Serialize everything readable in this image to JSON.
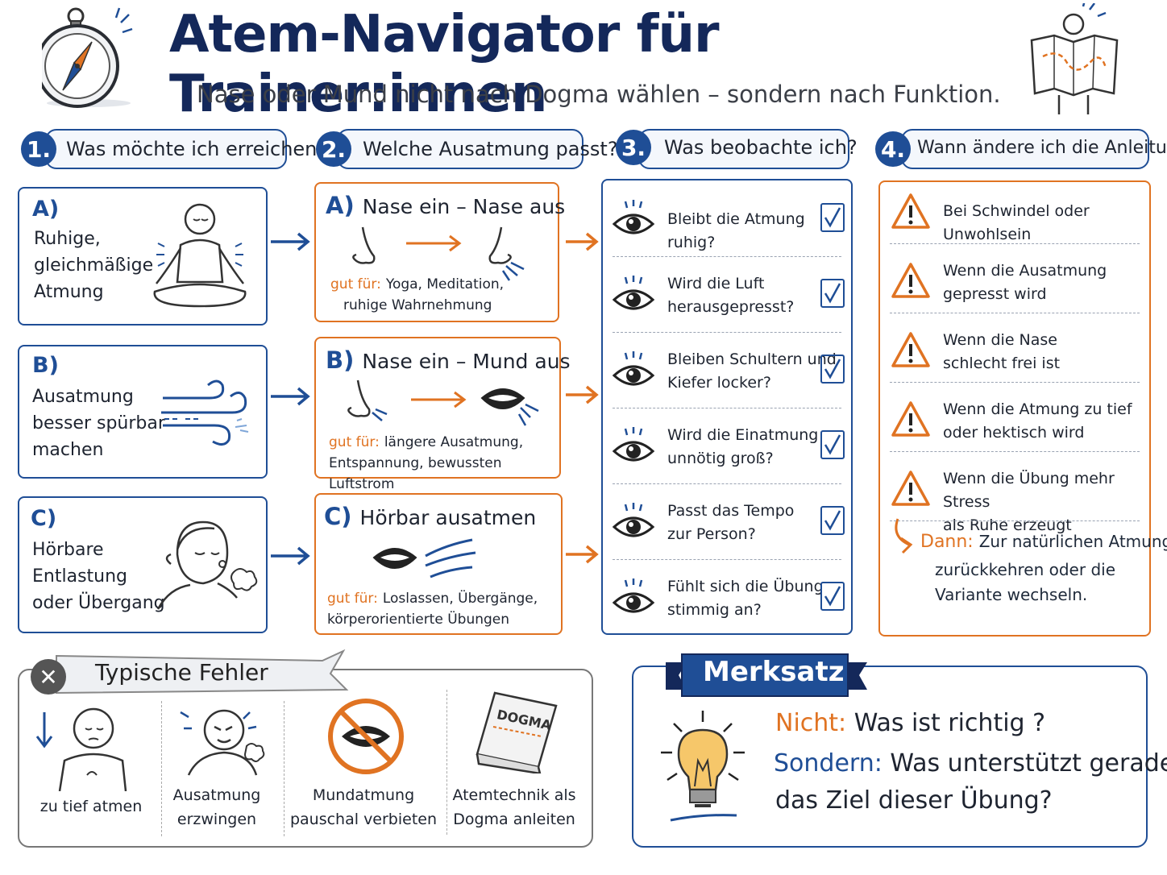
{
  "header": {
    "title": "Atem-Navigator für Trainer:innen",
    "subtitle": "Nase oder Mund nicht nach Dogma wählen – sondern nach Funktion."
  },
  "steps": [
    {
      "number": "1.",
      "label": "Was möchte ich erreichen?"
    },
    {
      "number": "2.",
      "label": "Welche Ausatmung passt?"
    },
    {
      "number": "3.",
      "label": "Was beobachte ich?"
    },
    {
      "number": "4.",
      "label": "Wann ändere ich die Anleitung?"
    }
  ],
  "goals": [
    {
      "letter": "A)",
      "text": "Ruhige,\ngleichmäßige\nAtmung"
    },
    {
      "letter": "B)",
      "text": "Ausatmung\nbesser spürbar\nmachen"
    },
    {
      "letter": "C)",
      "text": "Hörbare\nEntlastung\noder Übergang"
    }
  ],
  "variants": [
    {
      "letter": "A)",
      "title": "Nase ein – Nase aus",
      "good_label": "gut für:",
      "good_text": "Yoga, Meditation,",
      "good_text2": "ruhige Wahrnehmung"
    },
    {
      "letter": "B)",
      "title": "Nase ein – Mund aus",
      "good_label": "gut für:",
      "good_text": "längere Ausatmung,",
      "good_text2": "Entspannung, bewussten Luftstrom"
    },
    {
      "letter": "C)",
      "title": "Hörbar ausatmen",
      "good_label": "gut für:",
      "good_text": "Loslassen, Übergänge,",
      "good_text2": "körperorientierte Übungen"
    }
  ],
  "observations": [
    "Bleibt die Atmung ruhig?",
    "Wird die Luft\nherausgepresst?",
    "Bleiben Schultern und\nKiefer locker?",
    "Wird die Einatmung\nunnötig groß?",
    "Passt das Tempo\nzur Person?",
    "Fühlt sich die Übung\nstimmig an?"
  ],
  "warnings": [
    "Bei Schwindel oder Unwohlsein",
    "Wenn die Ausatmung\ngepresst wird",
    "Wenn die Nase\nschlecht frei ist",
    "Wenn die Atmung zu tief\noder hektisch wird",
    "Wenn die Übung mehr Stress\nals Ruhe erzeugt"
  ],
  "then": {
    "label": "Dann:",
    "text_first": "Zur natürlichen Atmung",
    "text_rest": "zurückkehren oder die\nVariante wechseln."
  },
  "errors": {
    "title": "Typische Fehler",
    "items": [
      "zu tief atmen",
      "Ausatmung\nerzwingen",
      "Mundatmung\npauschal verbieten",
      "Atemtechnik als\nDogma anleiten"
    ],
    "book_label": "DOGMA"
  },
  "merksatz": {
    "title": "Merksatz",
    "not_label": "Nicht:",
    "not_text": "Was ist richtig ?",
    "but_label": "Sondern:",
    "but_text": "Was unterstützt gerade",
    "but_text2": "das Ziel dieser Übung?"
  },
  "colors": {
    "navy": "#14285a",
    "blue": "#1f4e96",
    "orange": "#e07322",
    "gray": "#777777"
  },
  "icons": [
    "compass-icon",
    "map-reader-icon",
    "meditation-person-icon",
    "wind-icon",
    "sighing-face-icon",
    "nose-icon",
    "mouth-icon",
    "sound-waves-icon",
    "eye-icon",
    "checkbox-icon",
    "warning-icon",
    "return-arrow-icon",
    "lightbulb-icon",
    "prohibited-mouth-icon",
    "dogma-book-icon"
  ]
}
